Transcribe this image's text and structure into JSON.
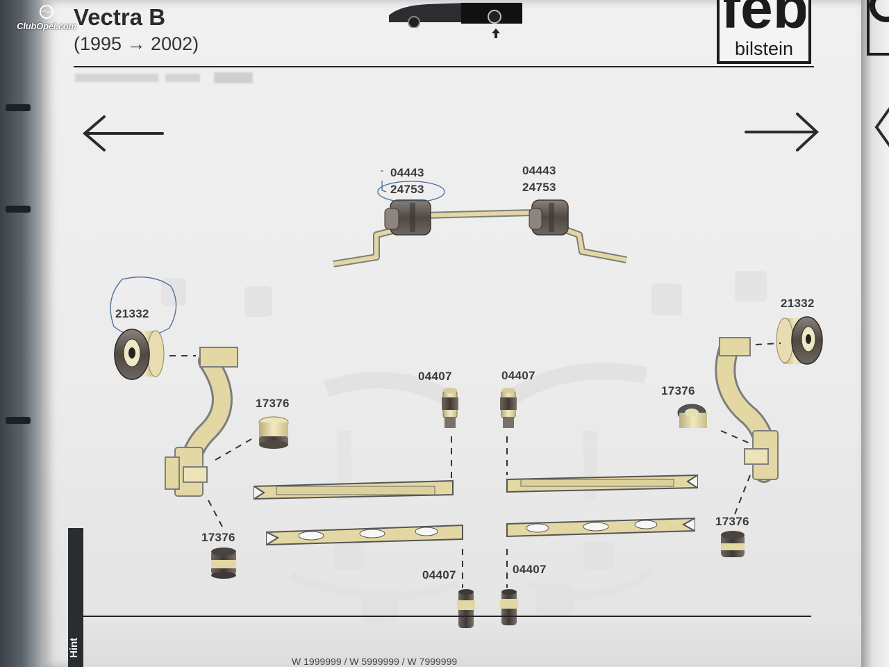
{
  "watermark": {
    "text": "ClubOpel.com",
    "icon": "opel-lightning-icon"
  },
  "header": {
    "title": "Vectra B",
    "years": "(1995 → 2002)"
  },
  "brand": {
    "main": "feb",
    "sub": "bilstein",
    "color": "#1c1c1c"
  },
  "navigation": {
    "prev": "arrow-left-icon",
    "next": "arrow-right-icon"
  },
  "parts": {
    "stabilizer_left_a": "04443",
    "stabilizer_left_b": "24753",
    "stabilizer_right_a": "04443",
    "stabilizer_right_b": "24753",
    "bushing_left": "21332",
    "bushing_right": "21332",
    "arm_bush_left_upper": "17376",
    "arm_bush_right_upper": "17376",
    "arm_bush_left_lower": "17376",
    "arm_bush_right_lower": "17376",
    "link_bush_left_upper": "04407",
    "link_bush_right_upper": "04407",
    "link_bush_left_lower": "04407",
    "link_bush_right_lower": "04407"
  },
  "side_tab": "Hint",
  "footer": "W 1999999 / W 5999999 / W 7999999",
  "colors": {
    "rubber": "#5a524c",
    "metal": "#e3d8a4",
    "outline": "#444444",
    "ghost": "#d8d8d8",
    "annotation": "#4a6a9a"
  }
}
